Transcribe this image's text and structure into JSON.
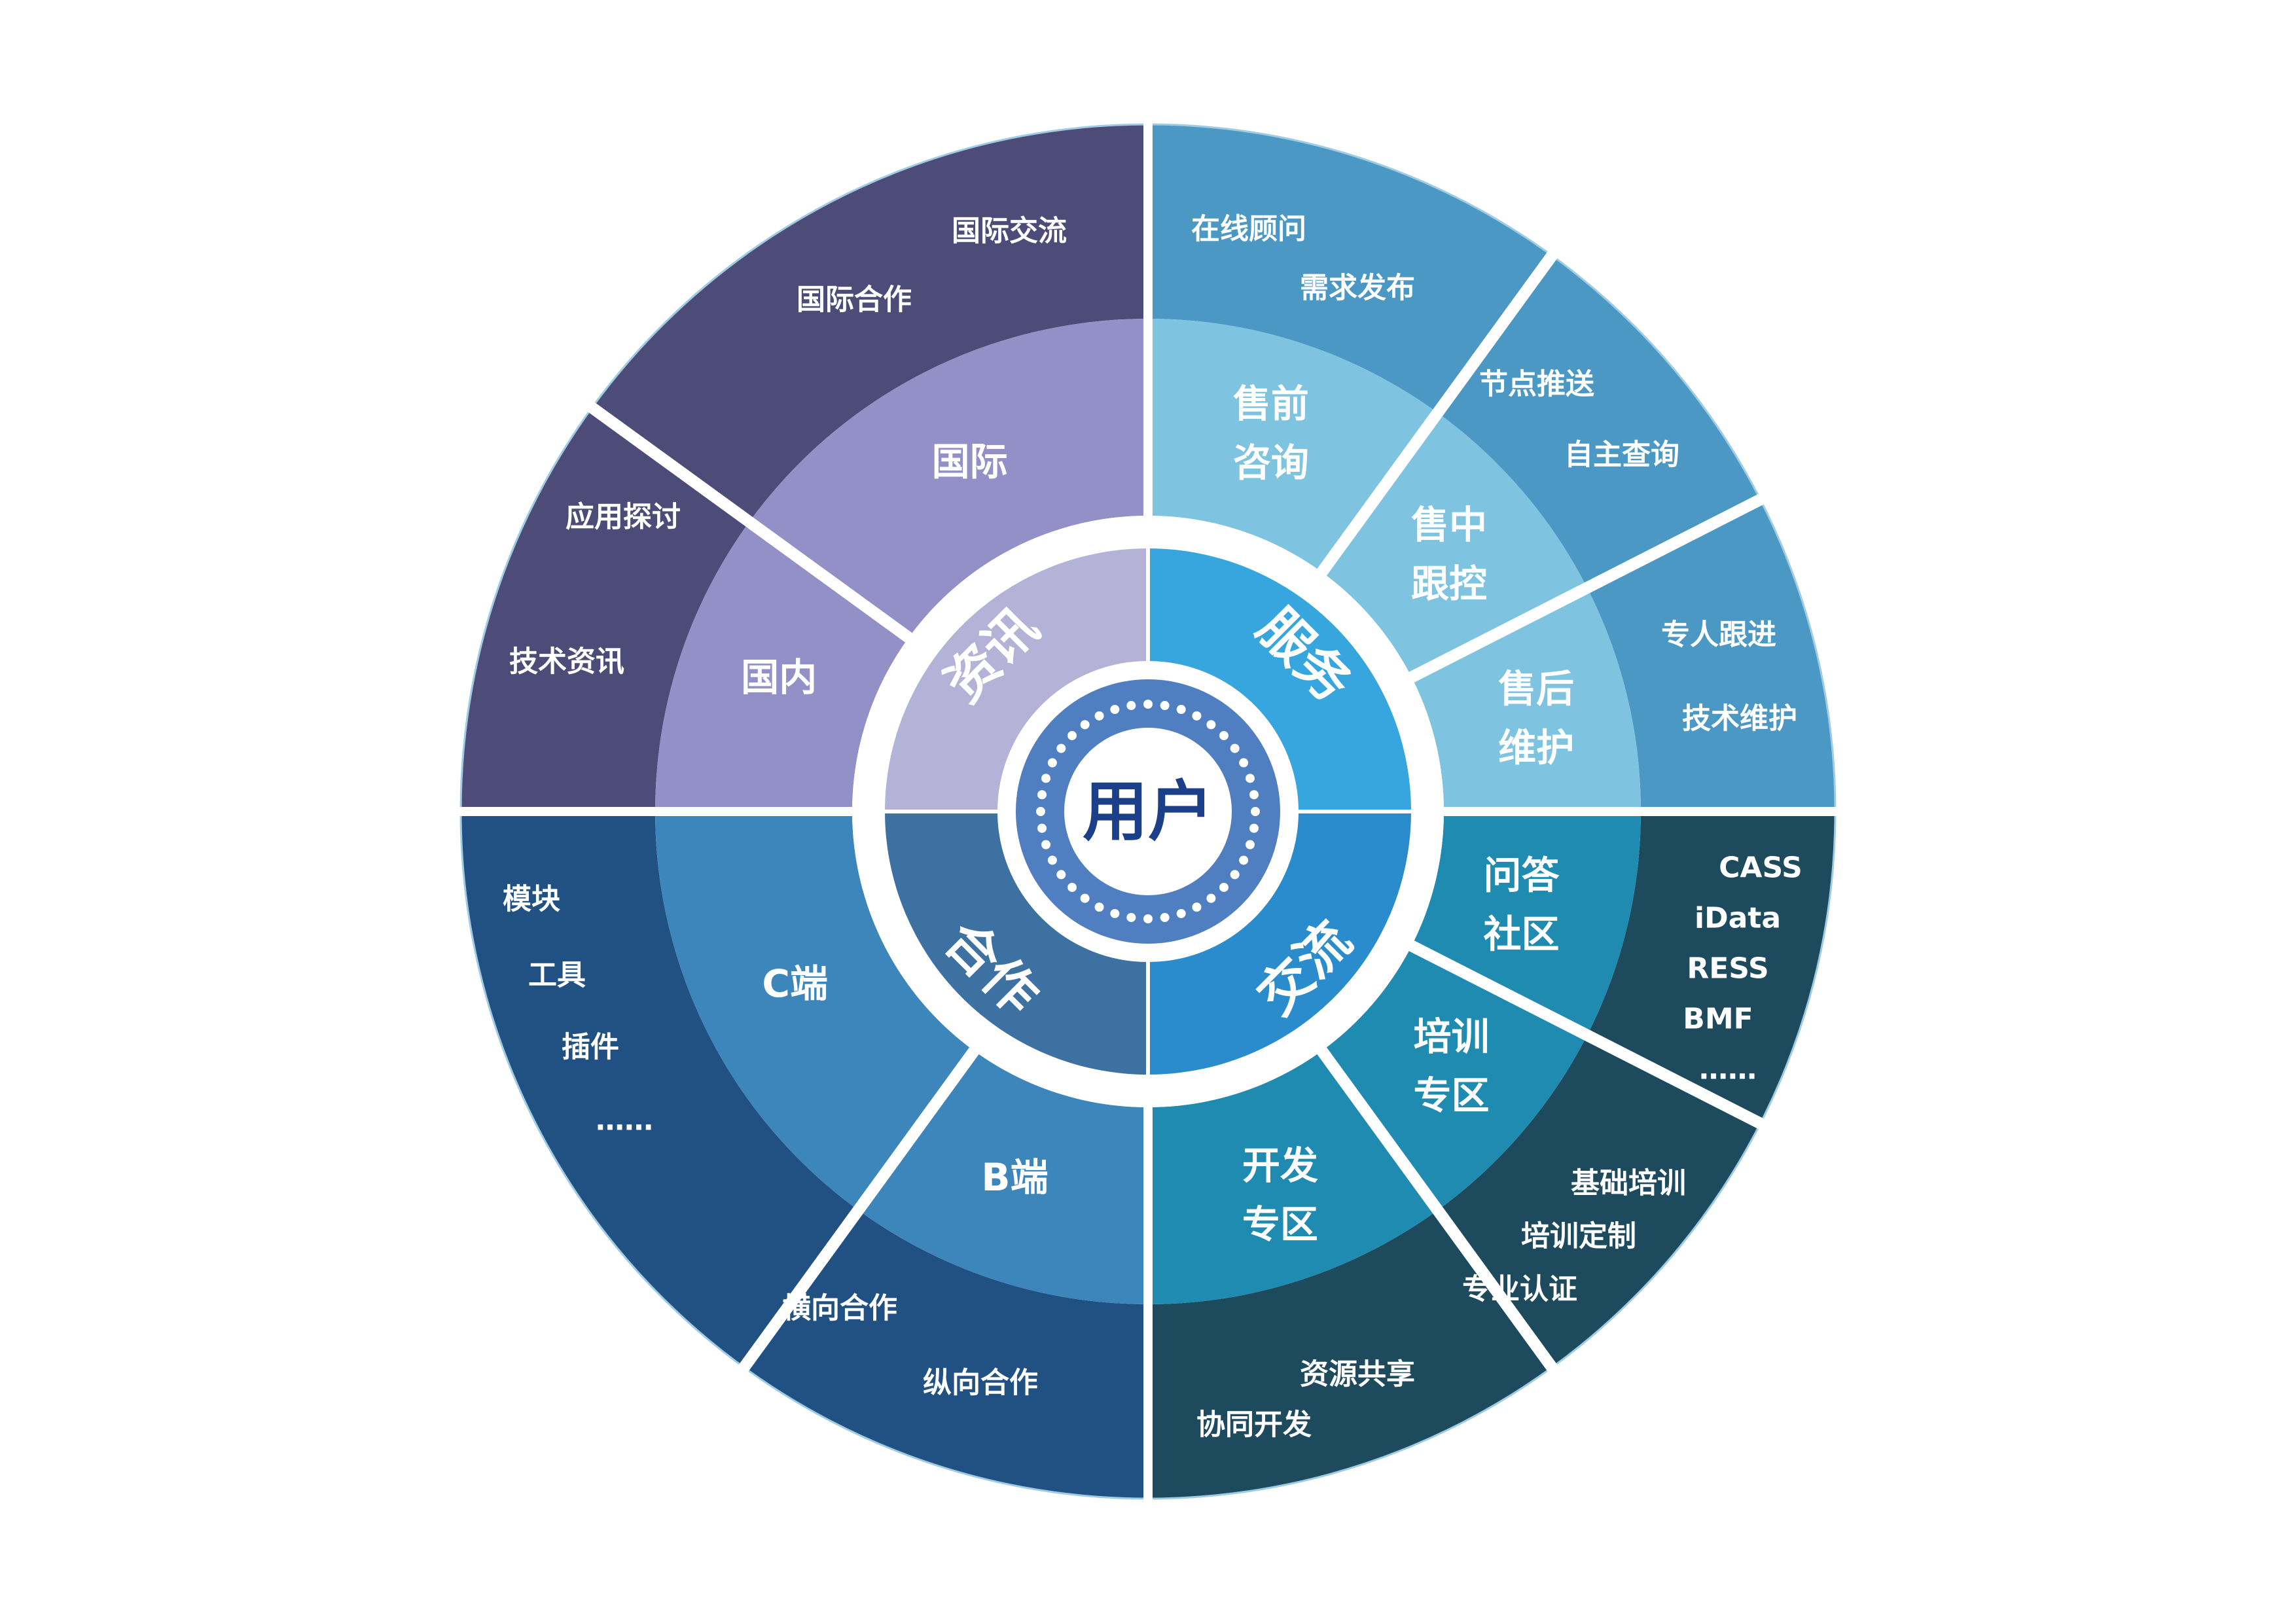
{
  "center": {
    "label": "用户"
  },
  "colors": {
    "center_fill": "#ffffff",
    "center_ring": "#4f7fc0",
    "center_text": "#1c3f8a",
    "gap": "#ffffff"
  },
  "inner_segments": [
    {
      "id": "service",
      "label": "服务",
      "color": "#38a6de"
    },
    {
      "id": "exchange",
      "label": "交流",
      "color": "#2a8ccc"
    },
    {
      "id": "cooperation",
      "label": "合作",
      "color": "#3d71a1"
    },
    {
      "id": "information",
      "label": "资讯",
      "color": "#b5b2d8"
    }
  ],
  "mid_segments": [
    {
      "id": "presale",
      "lines": [
        "售前",
        "咨询"
      ],
      "color": "#7ec4e0"
    },
    {
      "id": "insale",
      "lines": [
        "售中",
        "跟控"
      ],
      "color": "#7ec4e0"
    },
    {
      "id": "aftersale",
      "lines": [
        "售后",
        "维护"
      ],
      "color": "#7ec4e0"
    },
    {
      "id": "qa",
      "lines": [
        "问答",
        "社区"
      ],
      "color": "#1f8bb0"
    },
    {
      "id": "training",
      "lines": [
        "培训",
        "专区"
      ],
      "color": "#1f8bb0"
    },
    {
      "id": "dev",
      "lines": [
        "开发",
        "专区"
      ],
      "color": "#1f8bb0"
    },
    {
      "id": "b-end",
      "lines": [
        "B端"
      ],
      "color": "#3c86bc"
    },
    {
      "id": "c-end",
      "lines": [
        "C端"
      ],
      "color": "#3c86bc"
    },
    {
      "id": "domestic",
      "lines": [
        "国内"
      ],
      "color": "#9290c7"
    },
    {
      "id": "international",
      "lines": [
        "国际"
      ],
      "color": "#9290c7"
    }
  ],
  "outer_segments": [
    {
      "id": "presale",
      "items": [
        "在线顾问",
        "需求发布"
      ],
      "color": "#4a98c3"
    },
    {
      "id": "insale",
      "items": [
        "节点推送",
        "自主查询"
      ],
      "color": "#4a98c3"
    },
    {
      "id": "aftersale",
      "items": [
        "专人跟进",
        "技术维护"
      ],
      "color": "#4a98c3"
    },
    {
      "id": "qa",
      "items": [
        "CASS",
        "iData",
        "RESS",
        "BMF",
        "……"
      ],
      "color": "#1e4a5e"
    },
    {
      "id": "training",
      "items": [
        "基础培训",
        "培训定制",
        "专业认证"
      ],
      "color": "#1e4a5e"
    },
    {
      "id": "dev",
      "items": [
        "资源共享",
        "协同开发"
      ],
      "color": "#1e4a5e"
    },
    {
      "id": "b-end",
      "items": [
        "横向合作",
        "纵向合作"
      ],
      "color": "#215182"
    },
    {
      "id": "c-end",
      "items": [
        "模块",
        "工具",
        "插件",
        "……"
      ],
      "color": "#215182"
    },
    {
      "id": "domestic",
      "items": [
        "应用探讨",
        "技术资讯"
      ],
      "color": "#4d4b77"
    },
    {
      "id": "international",
      "items": [
        "国际交流",
        "国际合作"
      ],
      "color": "#4d4b77"
    }
  ]
}
